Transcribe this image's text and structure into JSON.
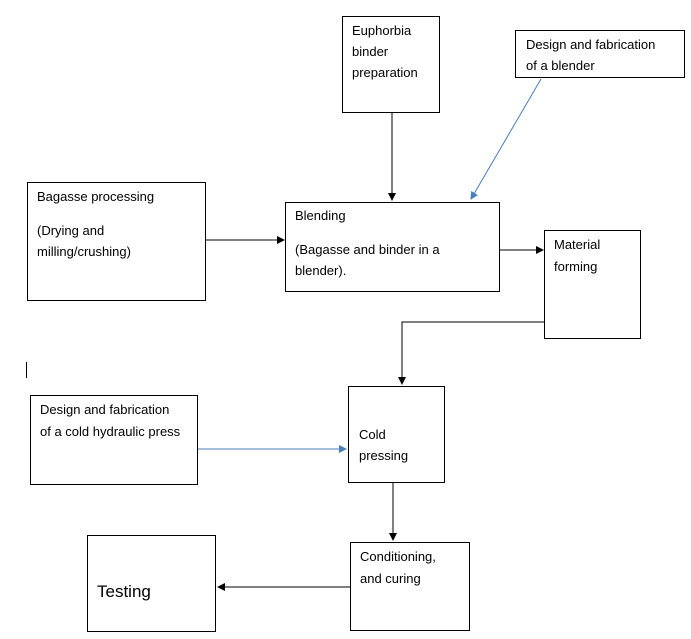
{
  "boxes": {
    "euphorbia": {
      "lines": [
        "Euphorbia",
        "binder",
        "preparation"
      ]
    },
    "design_blender": {
      "lines": [
        "Design and fabrication",
        "of a blender"
      ]
    },
    "bagasse": {
      "title": "Bagasse processing",
      "lines": [
        "(Drying and",
        "milling/crushing)"
      ]
    },
    "blending": {
      "title": "Blending",
      "lines": [
        "(Bagasse and binder in a",
        "blender)."
      ]
    },
    "material_forming": {
      "lines": [
        "Material",
        "forming"
      ]
    },
    "design_press": {
      "lines": [
        "Design and fabrication",
        "of a cold hydraulic press"
      ]
    },
    "cold_pressing": {
      "lines": [
        "Cold",
        "pressing"
      ]
    },
    "conditioning": {
      "lines": [
        "Conditioning,",
        "and curing"
      ]
    },
    "testing": {
      "label": "Testing"
    }
  },
  "colors": {
    "black_arrow": "#000000",
    "blue_arrow": "#4a7ebb"
  }
}
